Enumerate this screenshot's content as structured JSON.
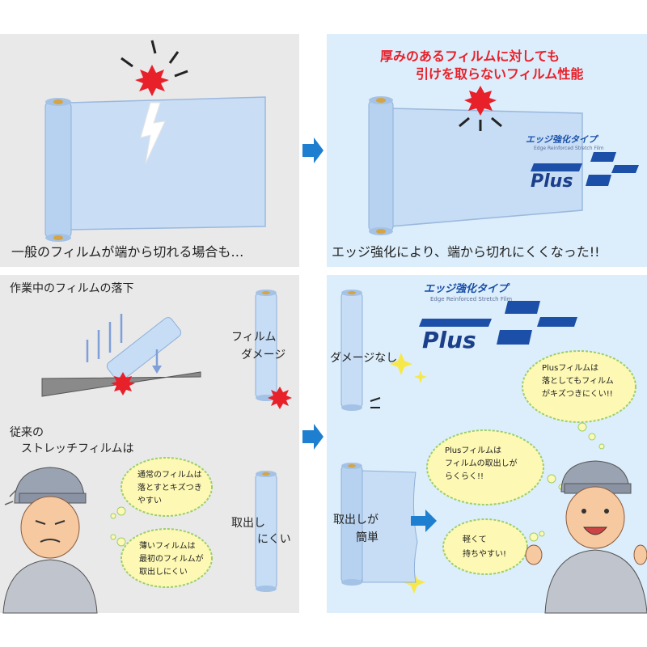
{
  "top_left": {
    "caption": "一般のフィルムが端から切れる場合も…"
  },
  "top_right": {
    "headline_line1": "厚みのあるフィルムに対しても",
    "headline_line2": "引けを取らないフィルム性能",
    "caption": "エッジ強化により、端から切れにくくなった!!",
    "logo_tag": "エッジ強化タイプ",
    "logo_sub": "Edge Reinforced Stretch Film",
    "logo_word": "Plus"
  },
  "bottom_left": {
    "drop_title": "作業中のフィルムの落下",
    "damage_line1": "フィルム",
    "damage_line2": "ダメージ",
    "conventional_line1": "従来の",
    "conventional_line2": "ストレッチフィルムは",
    "bubble1_line1": "通常のフィルムは",
    "bubble1_line2": "落とすとキズつき",
    "bubble1_line3": "やすい",
    "bubble2_line1": "薄いフィルムは",
    "bubble2_line2": "最初のフィルムが",
    "bubble2_line3": "取出しにくい",
    "hard_line1": "取出し",
    "hard_line2": "にくい"
  },
  "bottom_right": {
    "logo_tag": "エッジ強化タイプ",
    "logo_sub": "Edge Reinforced Stretch Film",
    "logo_word": "Plus",
    "no_damage": "ダメージなし",
    "bubble1_line1": "Plusフィルムは",
    "bubble1_line2": "落としてもフィルム",
    "bubble1_line3": "がキズつきにくい!!",
    "bubble2_line1": "Plusフィルムは",
    "bubble2_line2": "フィルムの取出しが",
    "bubble2_line3": "らくらく!!",
    "bubble3_line1": "軽くて",
    "bubble3_line2": "持ちやすい!",
    "easy_line1": "取出しが",
    "easy_line2": "簡単"
  },
  "colors": {
    "panel_gray": "#e9e9ea",
    "panel_blue": "#dceefb",
    "arrow_blue": "#1e7fd0",
    "logo_blue": "#1b4fa8",
    "red": "#e8202a",
    "bubble": "#fdf8b3"
  },
  "icons": [
    "arrow-right-icon",
    "burst-icon",
    "sparkle-icon",
    "plus-logo-icon"
  ]
}
